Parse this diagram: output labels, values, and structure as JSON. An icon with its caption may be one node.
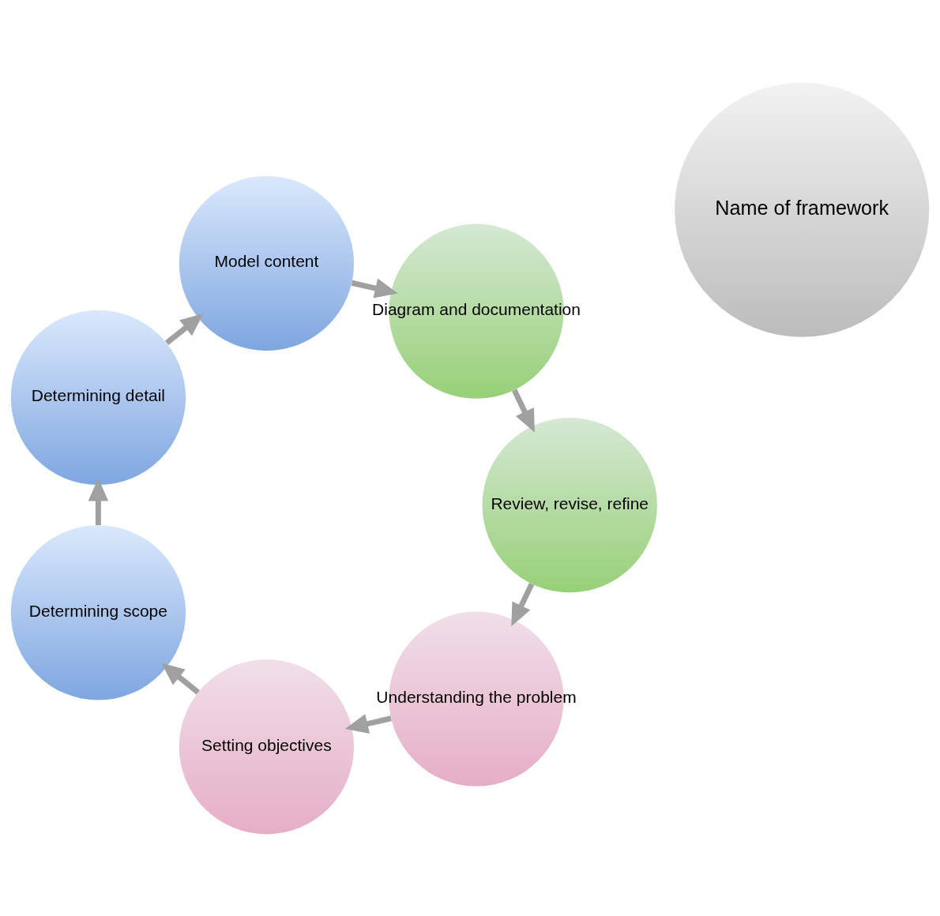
{
  "diagram": {
    "nodes": [
      {
        "text": [
          "Name of framework"
        ]
      },
      {
        "text": [
          "Understanding the problem"
        ]
      },
      {
        "text": [
          "Setting objectives"
        ]
      },
      {
        "text": [
          "Determining scope"
        ]
      },
      {
        "text": [
          "Determining detail"
        ]
      },
      {
        "text": [
          "Model content"
        ]
      },
      {
        "text": [
          "Diagram and documentation"
        ]
      },
      {
        "text": [
          "Review, revise, refine"
        ]
      }
    ],
    "edges": [
      {
        "from": 1,
        "to": 2,
        "arrow": "to"
      },
      {
        "from": 2,
        "to": 3,
        "arrow": "to"
      },
      {
        "from": 3,
        "to": 4,
        "arrow": "to"
      },
      {
        "from": 4,
        "to": 5,
        "arrow": "to"
      },
      {
        "from": 5,
        "to": 6,
        "arrow": "to"
      },
      {
        "from": 6,
        "to": 7,
        "arrow": "to"
      },
      {
        "from": 7,
        "to": 1,
        "arrow": "to"
      }
    ]
  }
}
